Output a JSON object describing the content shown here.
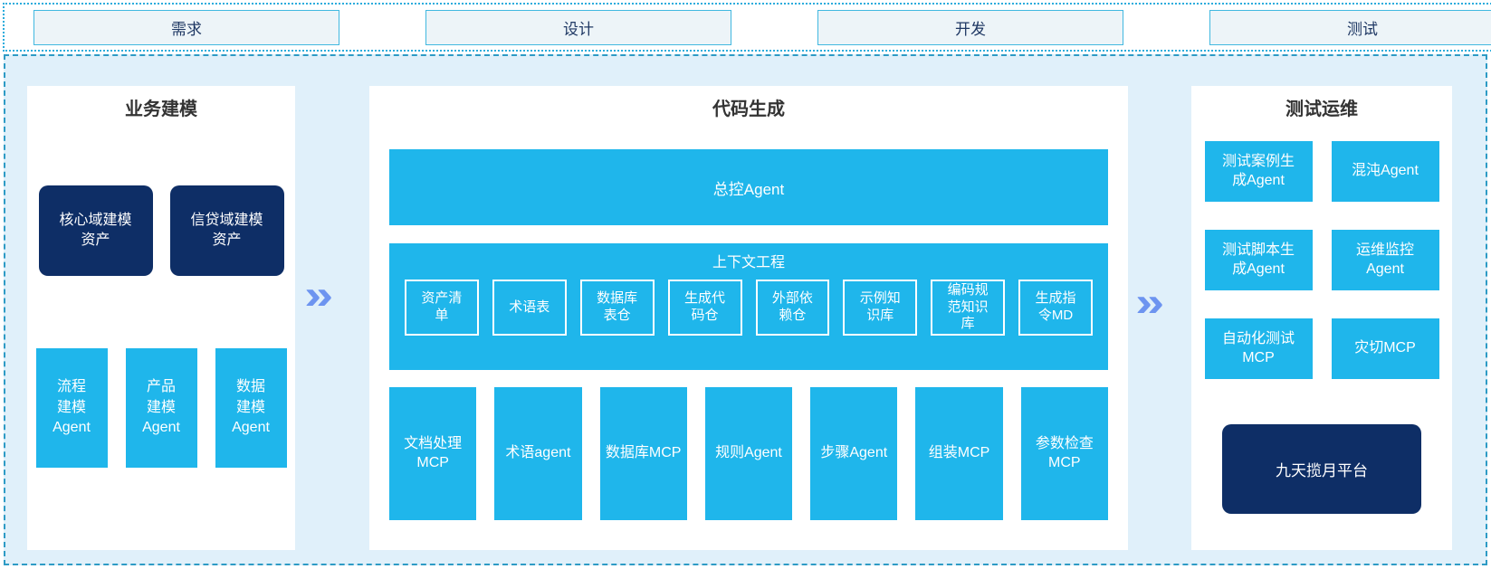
{
  "phase_bar": {
    "items": [
      {
        "label": "需求"
      },
      {
        "label": "设计"
      },
      {
        "label": "开发"
      },
      {
        "label": "测试"
      }
    ]
  },
  "sections": {
    "business_modeling": {
      "title": "业务建模",
      "asset_boxes": [
        "核心域建模资产",
        "信贷域建模资产"
      ],
      "agent_boxes": [
        "流程建模Agent",
        "产品建模Agent",
        "数据建模Agent"
      ]
    },
    "code_generation": {
      "title": "代码生成",
      "master_agent": "总控Agent",
      "context_engineering": {
        "title": "上下文工程",
        "items": [
          "资产清单",
          "术语表",
          "数据库表仓",
          "生成代码仓",
          "外部依赖仓",
          "示例知识库",
          "编码规范知识库",
          "生成指令MD"
        ]
      },
      "tool_boxes": [
        "文档处理MCP",
        "术语agent",
        "数据库MCP",
        "规则Agent",
        "步骤Agent",
        "组装MCP",
        "参数检查MCP"
      ]
    },
    "test_ops": {
      "title": "测试运维",
      "agent_boxes": [
        "测试案例生成Agent",
        "混沌Agent",
        "测试脚本生成Agent",
        "运维监控Agent",
        "自动化测试MCP",
        "灾切MCP"
      ],
      "platform_box": "九天揽月平台"
    }
  },
  "arrows": {
    "glyph": "»"
  },
  "colors": {
    "cyan_box": "#1fb6eb",
    "navy_box": "#0e2e66",
    "container_bg": "#e0f0fa",
    "dotted_border": "#2aacdc",
    "dashed_border": "#2e9bc5",
    "phase_box_fill": "#edf4f8",
    "phase_box_border": "#41b8e0",
    "phase_text": "#1f3864",
    "arrow": "#6d94f0",
    "title_text": "#333333"
  }
}
